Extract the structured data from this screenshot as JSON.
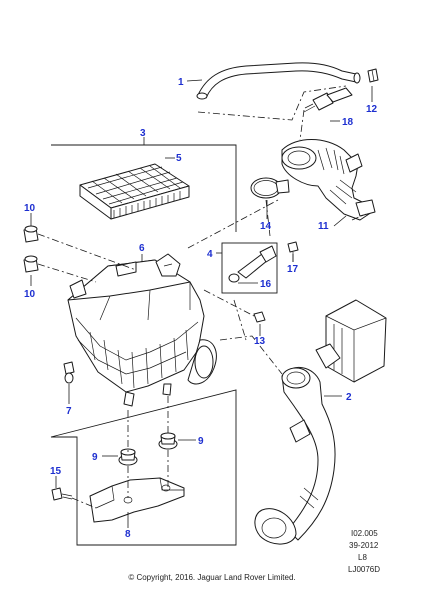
{
  "callouts": {
    "c1": "1",
    "c2": "2",
    "c3": "3",
    "c4": "4",
    "c5": "5",
    "c6": "6",
    "c7": "7",
    "c8": "8",
    "c9a": "9",
    "c9b": "9",
    "c10a": "10",
    "c10b": "10",
    "c11": "11",
    "c12": "12",
    "c13": "13",
    "c14": "14",
    "c15": "15",
    "c16": "16",
    "c17": "17",
    "c18": "18"
  },
  "reference": {
    "line1": "I02.005",
    "line2": "39-2012",
    "line3": "L8",
    "line4": "LJ0076D"
  },
  "copyright": "© Copyright, 2016. Jaguar Land Rover Limited.",
  "colors": {
    "callout": "#1d2fd0",
    "line": "#1a1a1a"
  }
}
